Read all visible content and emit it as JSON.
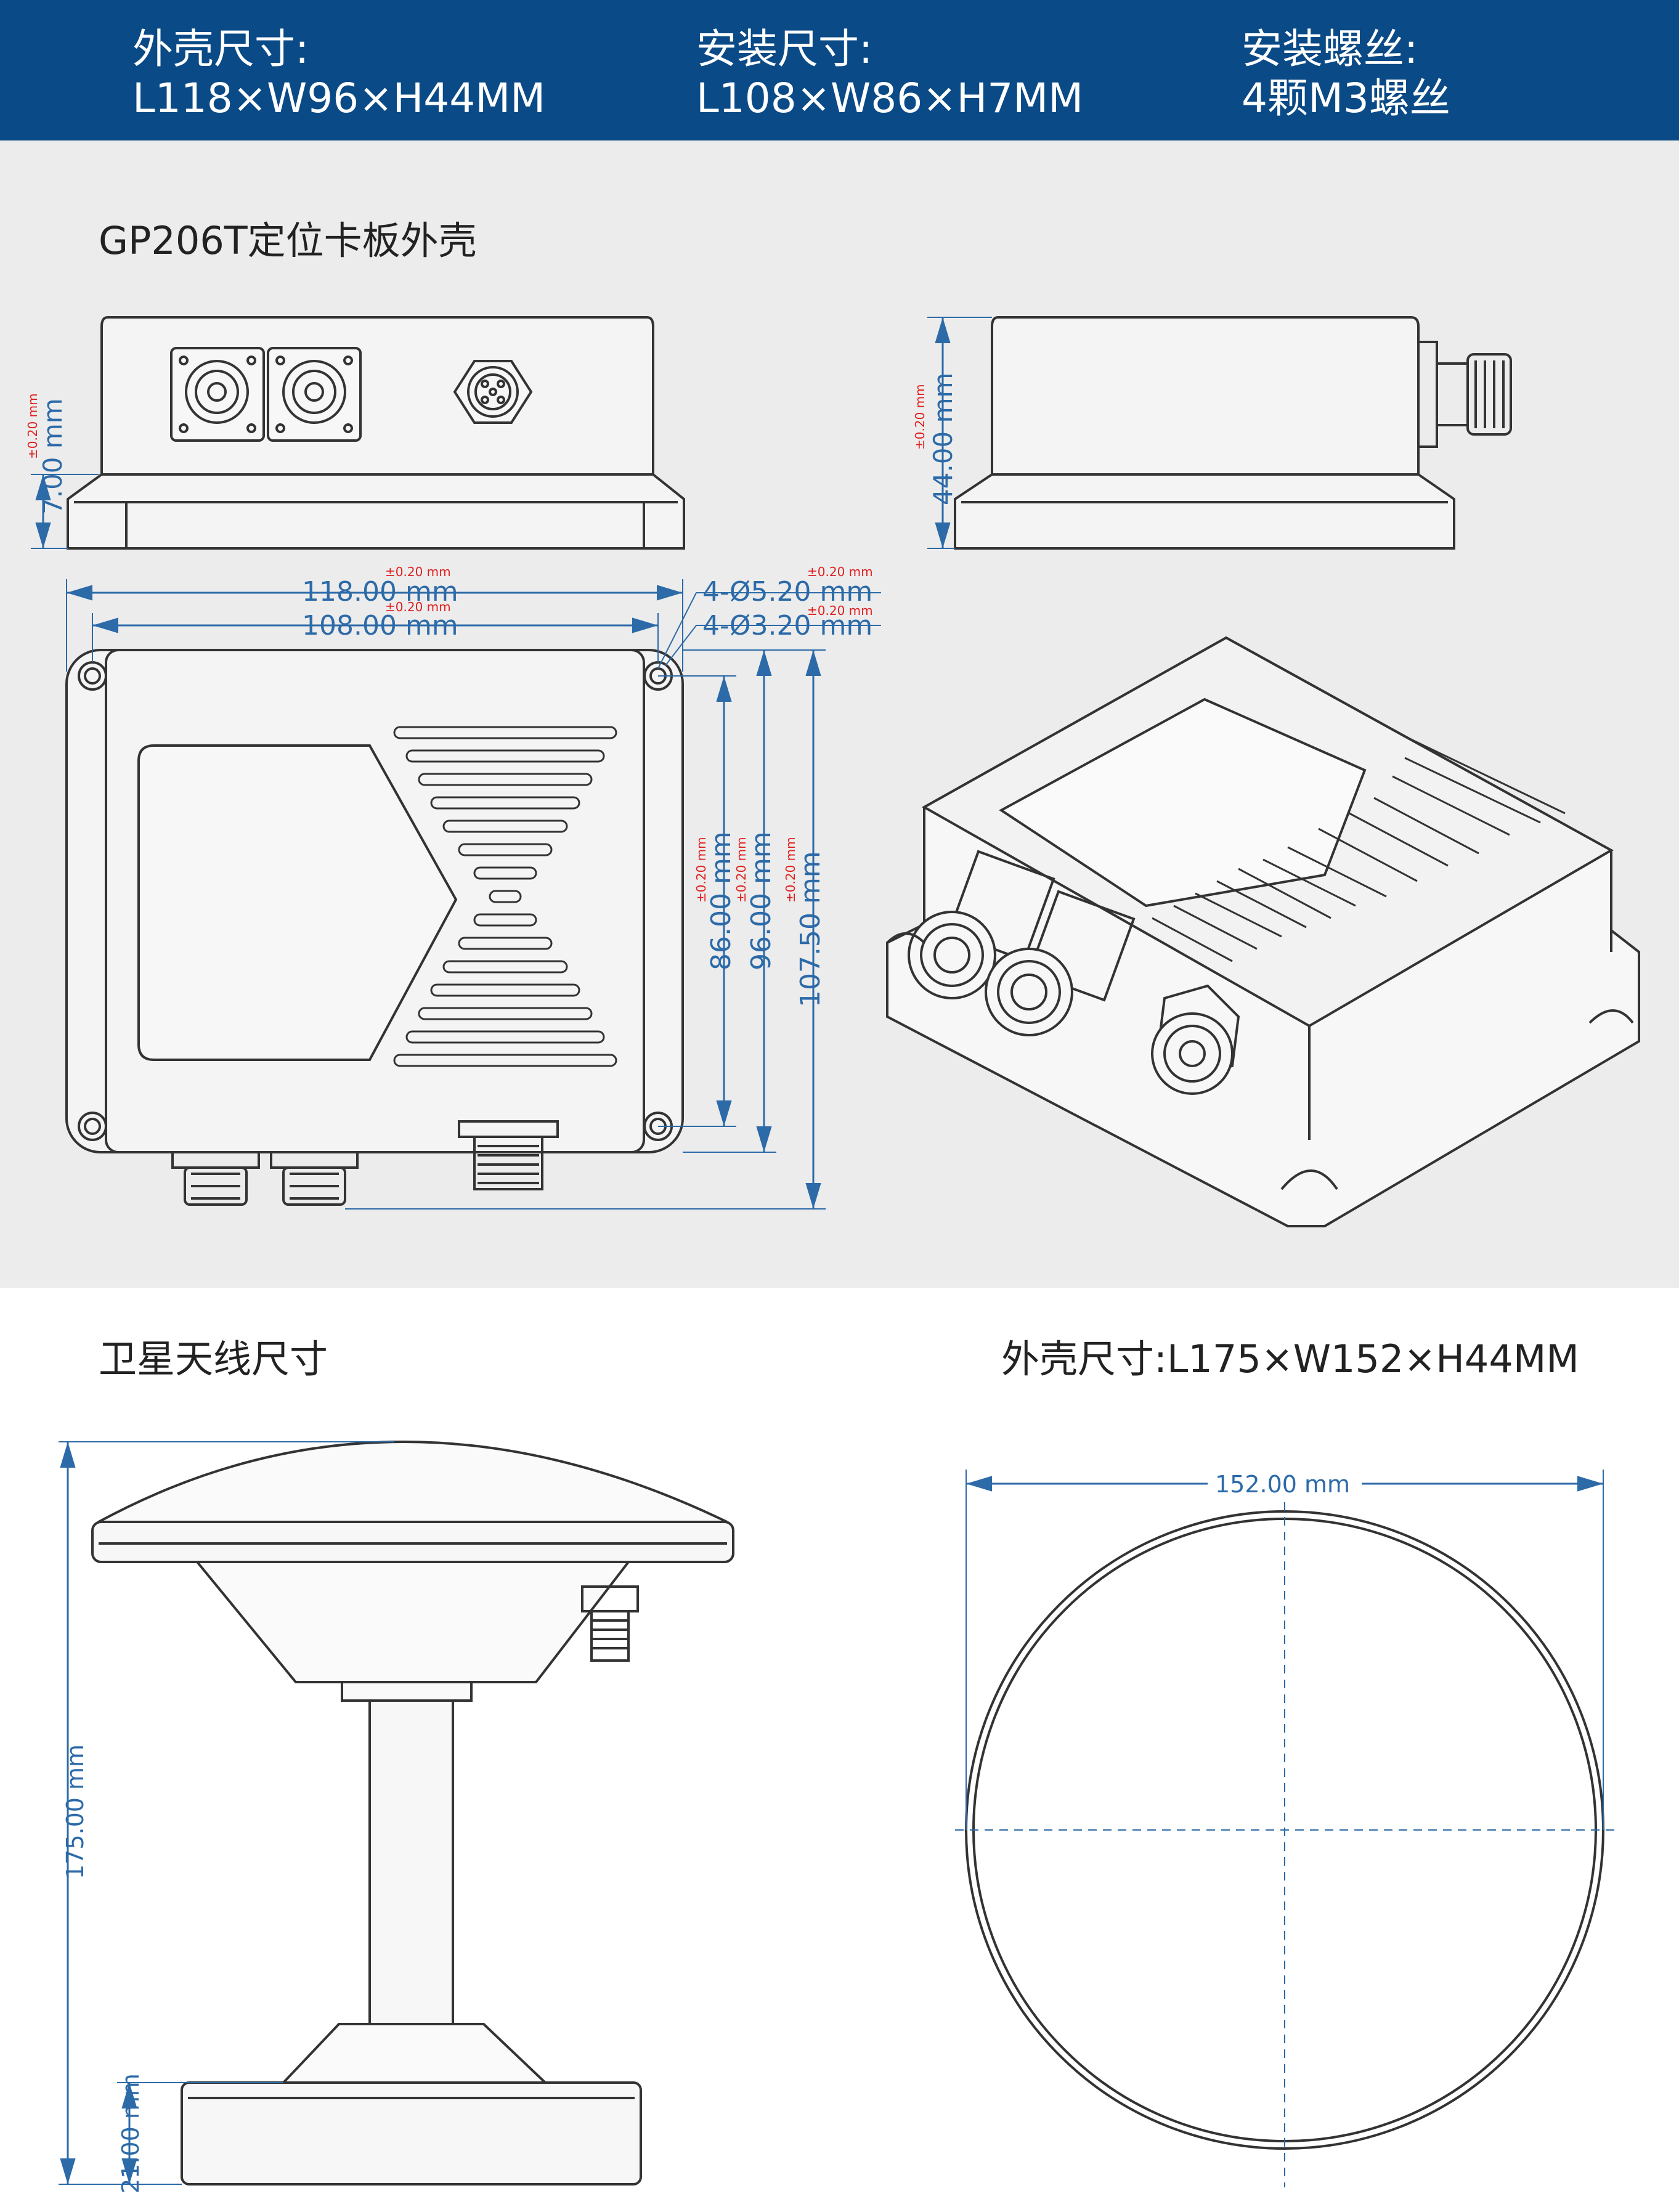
{
  "header": {
    "shell": {
      "label": "外壳尺寸:",
      "value": "L118×W96×H44MM"
    },
    "mount": {
      "label": "安装尺寸:",
      "value": "L108×W86×H7MM"
    },
    "screws": {
      "label": "安装螺丝:",
      "value": "4颗M3螺丝"
    }
  },
  "section1": {
    "title": "GP206T定位卡板外壳"
  },
  "section2": {
    "title": "卫星天线尺寸",
    "right_title": "外壳尺寸:L175×W152×H44MM"
  },
  "dims": {
    "h7": "7.00 mm",
    "h44": "44.00 mm",
    "l118": "118.00 mm",
    "l108": "108.00 mm",
    "hole_outer": "4-Ø5.20 mm",
    "hole_inner": "4-Ø3.20 mm",
    "w86": "86.00 mm",
    "w96": "96.00 mm",
    "w1075": "107.50 mm",
    "tol": "±0.20 mm",
    "ant_h": "175.00 mm",
    "ant_base": "21.00 mm",
    "ant_d": "152.00 mm"
  },
  "colors": {
    "header_bg": "#0a4a86",
    "panel_bg": "#ececec",
    "dimension": "#2c6aa8",
    "tolerance": "#e02020"
  }
}
